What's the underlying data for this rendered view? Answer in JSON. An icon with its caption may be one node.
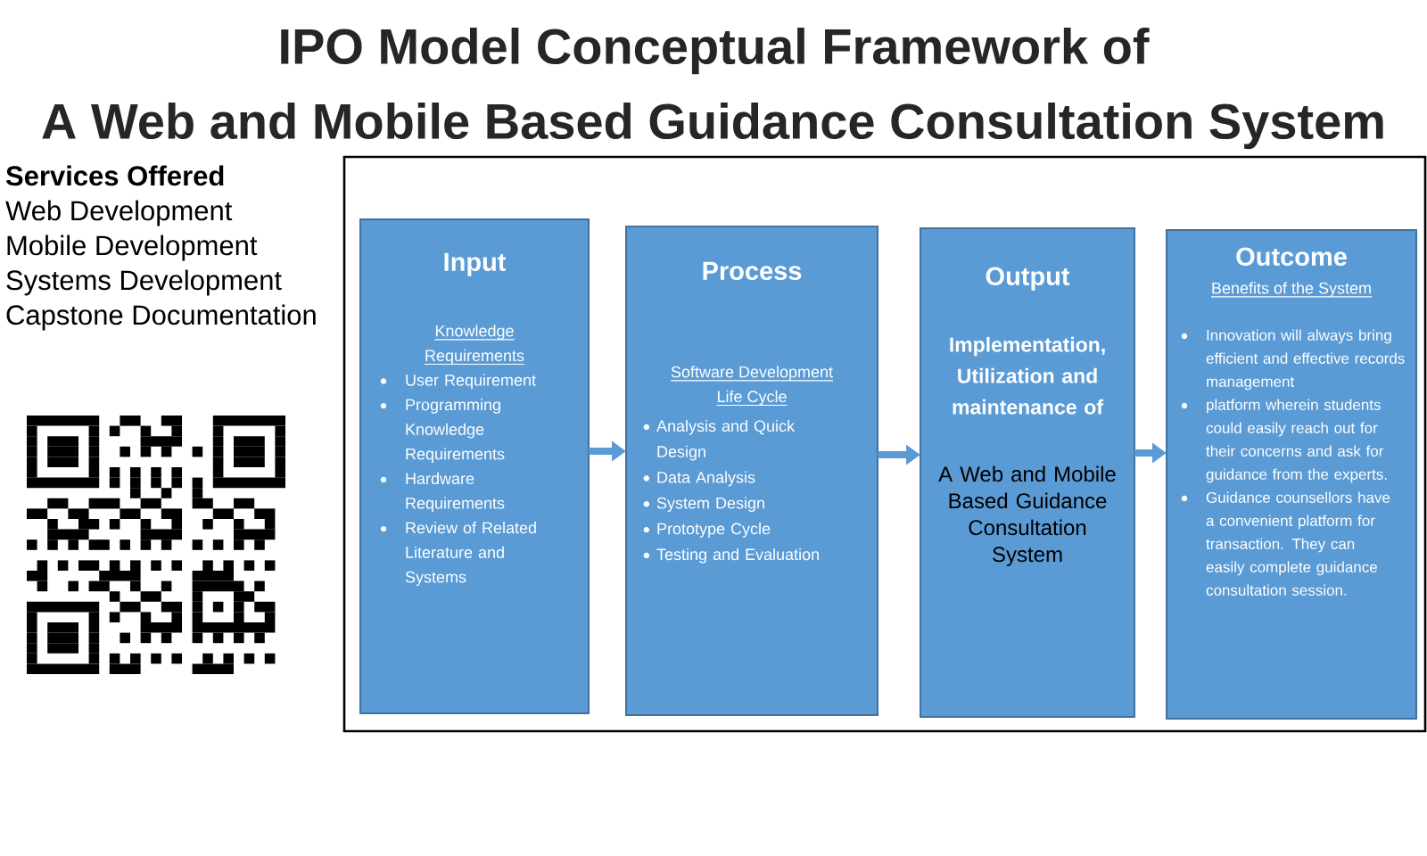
{
  "diagram": {
    "title": "IPO Model Conceptual Framework of A Web and Mobile Based Guidance Consultation System",
    "nodes": [
      {
        "text": [],
        "shape": "box"
      },
      {
        "text": [
          "Input",
          "Knowledge Requirements",
          "User Requirement",
          "Programming Knowledge Requirements",
          "Hardware Requirements",
          "Review of Related Literature and Systems"
        ],
        "in": 0
      },
      {
        "text": [
          "Process",
          "Software Development Life Cycle",
          "Analysis and Quick Design",
          "Data Analysis",
          "System Design",
          "Prototype Cycle",
          "Testing and Evaluation"
        ],
        "in": 0
      },
      {
        "text": [
          "Output",
          "Implementation, Utilization and maintenance of",
          "A Web and Mobile Based Guidance Consultation System"
        ],
        "in": 0
      },
      {
        "text": [
          "Outcome",
          "Benefits of the System",
          "Innovation will always bring efficient and effective records management",
          "platform wherein students could easily reach out for their concerns and ask for guidance from the experts.",
          "Guidance counsellors have a convenient platform for transaction. They can easily complete guidance consultation session."
        ],
        "in": 0
      }
    ],
    "edges": [
      {
        "from": 1,
        "to": 2,
        "arrow": "to"
      },
      {
        "from": 2,
        "to": 3,
        "arrow": "to"
      },
      {
        "from": 3,
        "to": 4,
        "arrow": "to"
      }
    ],
    "labels": [
      "Services Offered",
      "Web Development",
      "Mobile Development",
      "Systems Development",
      "Capstone Documentation"
    ]
  }
}
